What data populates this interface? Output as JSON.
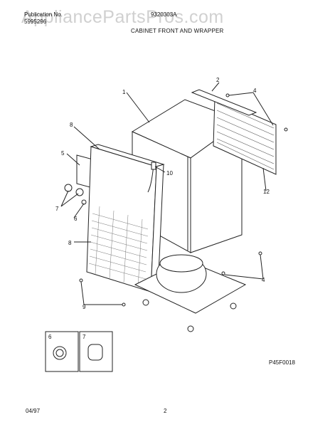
{
  "header": {
    "publication_label": "Publication No.",
    "publication_number": "5995296",
    "model_number": "9320303A",
    "section_title": "CABINET FRONT AND WRAPPER"
  },
  "watermark": "AppliancePartsPros.com",
  "callouts": [
    "1",
    "2",
    "4",
    "8",
    "5",
    "10",
    "7",
    "6",
    "12",
    "8",
    "4",
    "9",
    "6",
    "7"
  ],
  "figure_code": "P45F0018",
  "footer": {
    "date": "04/97",
    "page": "2"
  }
}
